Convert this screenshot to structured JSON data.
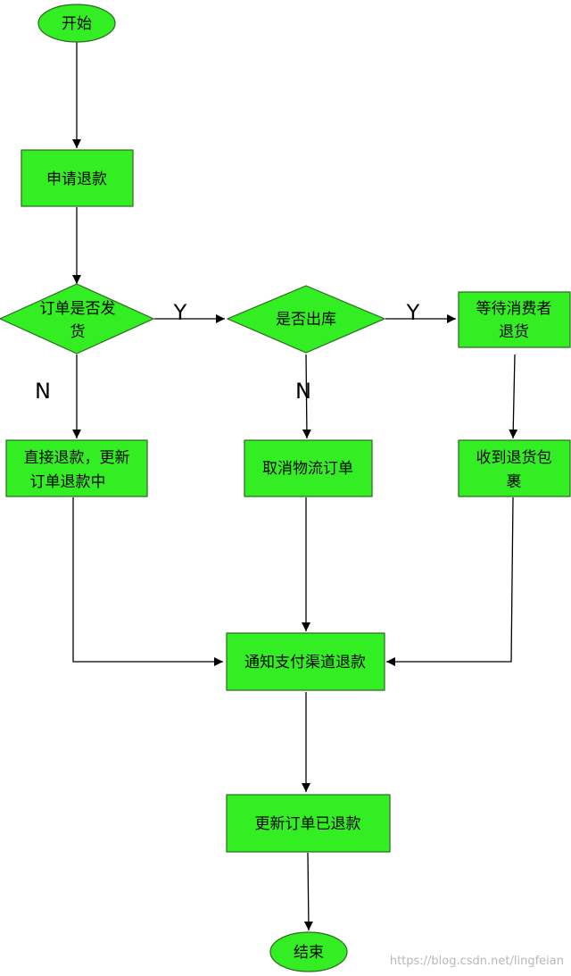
{
  "colors": {
    "node_fill": "#33ee22",
    "node_stroke": "#2a6b20",
    "edge": "#000000"
  },
  "nodes": {
    "start": "开始",
    "apply_refund": "申请退款",
    "shipped_q": [
      "订单是否发",
      "货"
    ],
    "outbound_q": "是否出库",
    "wait_return": [
      "等待消费者",
      "退货"
    ],
    "direct_refund": [
      "直接退款，更新",
      "订单退款中"
    ],
    "cancel_logistics": "取消物流订单",
    "receive_parcel": [
      "收到退货包",
      "裹"
    ],
    "notify_payment": "通知支付渠道退款",
    "update_refunded": "更新订单已退款",
    "end": "结束"
  },
  "labels": {
    "yes": "Y",
    "no": "N"
  },
  "watermark": "https://blog.csdn.net/lingfeian"
}
